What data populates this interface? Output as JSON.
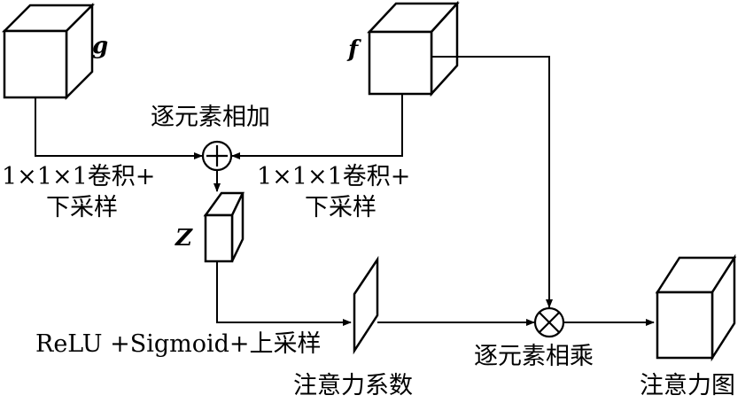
{
  "diagram": {
    "inputs": {
      "g_label": "g",
      "f_label": "f"
    },
    "left_branch": {
      "line1": "1×1×1卷积+",
      "line2": "下采样"
    },
    "right_branch": {
      "line1": "1×1×1卷积+",
      "line2": "下采样"
    },
    "add_node_label": "逐元素相加",
    "z_label": "Z",
    "activation_label": "ReLU +Sigmoid+上采样",
    "coefficient_label": "注意力系数",
    "multiply_node_label": "逐元素相乘",
    "output_label": "注意力图"
  }
}
